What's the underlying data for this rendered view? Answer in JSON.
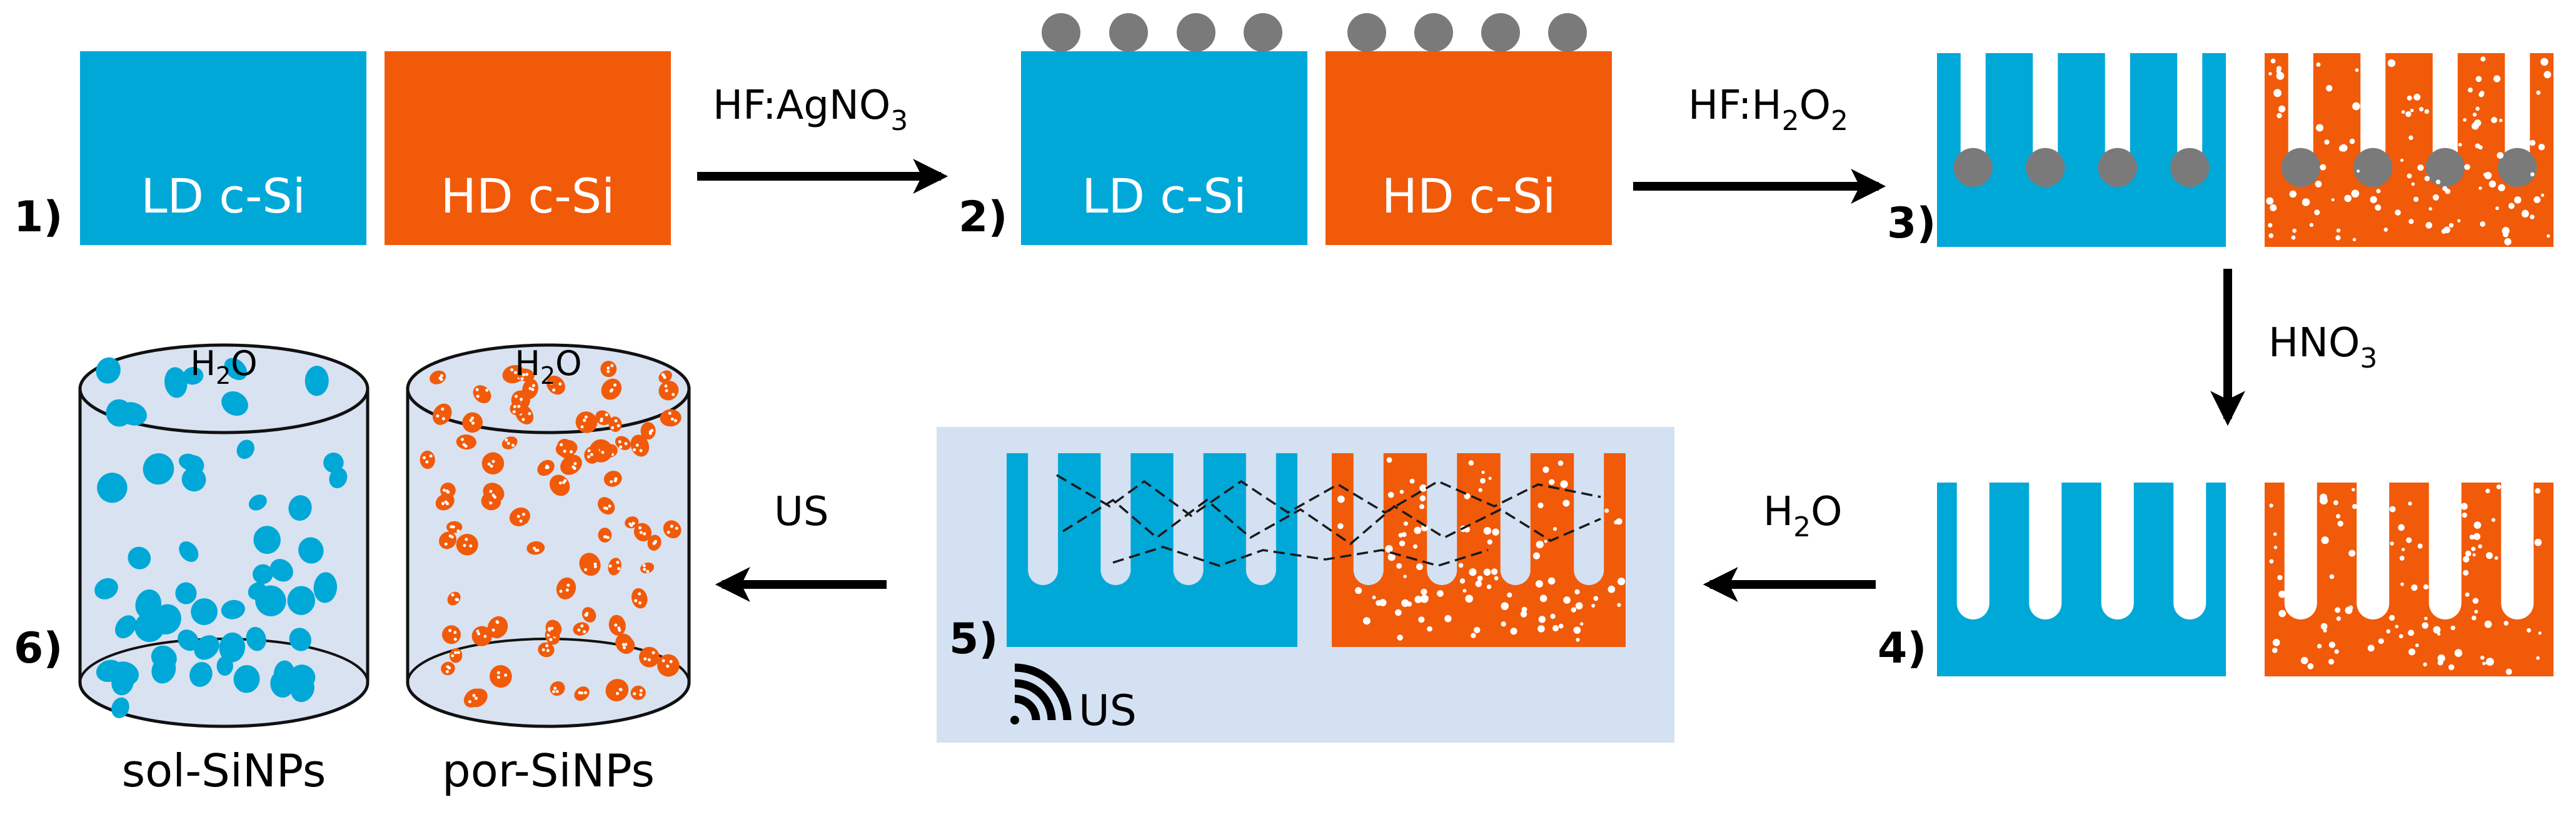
{
  "colors": {
    "ld_blue": "#00a8d8",
    "hd_orange": "#f15a09",
    "silver_particle": "#7a7a7a",
    "arrow": "#000000",
    "us_panel": "#d3e1f3",
    "vial_liquid": "#d9e2f0"
  },
  "steps": {
    "s1": {
      "number": "1)",
      "ld_label": "LD c-Si",
      "hd_label": "HD c-Si"
    },
    "s2": {
      "number": "2)",
      "ld_label": "LD c-Si",
      "hd_label": "HD c-Si"
    },
    "s3": {
      "number": "3)"
    },
    "s4": {
      "number": "4)"
    },
    "s5": {
      "number": "5)",
      "us_label": "US"
    },
    "s6": {
      "number": "6)"
    }
  },
  "arrows": {
    "a12": {
      "main": "HF:AgNO",
      "sub": "3"
    },
    "a23": {
      "pre": "HF:H",
      "sub1": "2",
      "mid": "O",
      "sub2": "2"
    },
    "a34": {
      "main": "HNO",
      "sub": "3"
    },
    "a45": {
      "pre": "H",
      "sub": "2",
      "post": "O"
    },
    "a56": {
      "main": "US"
    }
  },
  "vials": {
    "sol": {
      "top_pre": "H",
      "top_sub": "2",
      "top_post": "O",
      "caption": "sol-SiNPs"
    },
    "por": {
      "top_pre": "H",
      "top_sub": "2",
      "top_post": "O",
      "caption": "por-SiNPs"
    }
  },
  "icons": {
    "wave": "ultrasound-wave-icon",
    "particle": "silver-nanoparticle-icon"
  }
}
